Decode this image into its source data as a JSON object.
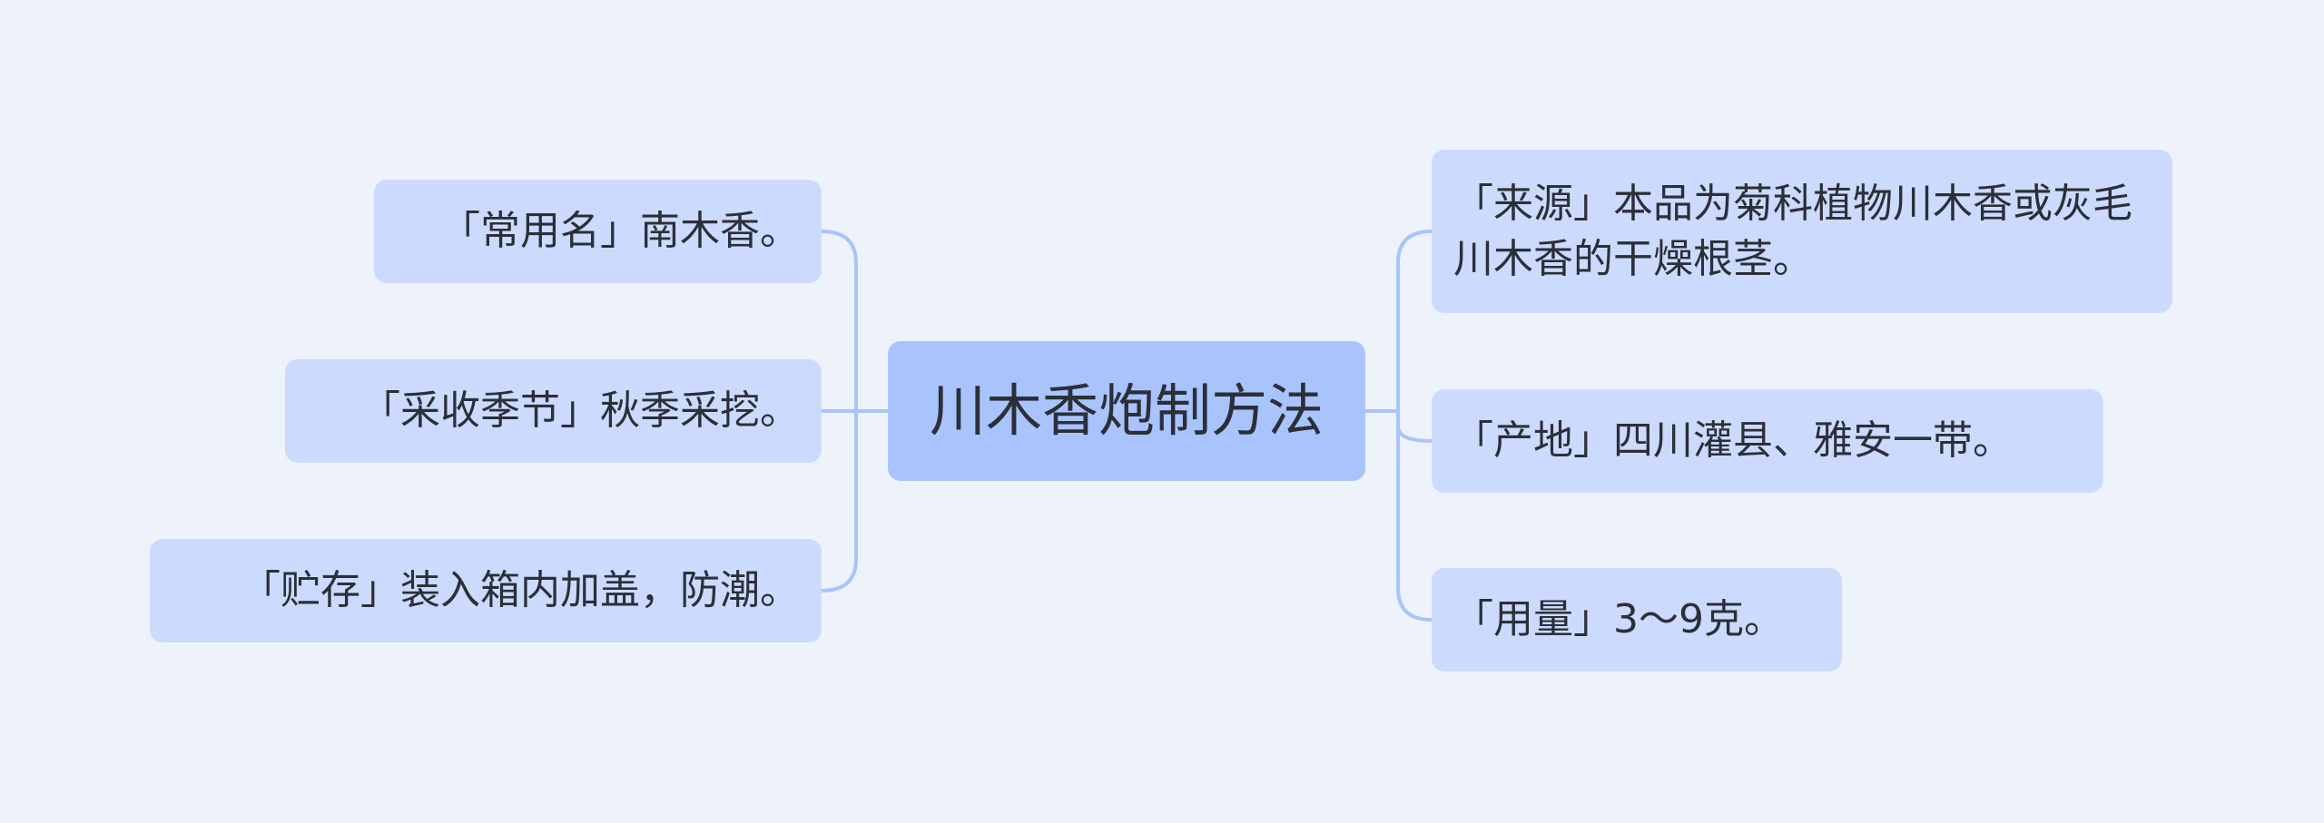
{
  "mindmap": {
    "root": "川木香炮制方法",
    "left": [
      "「常用名」南木香。",
      "「采收季节」秋季采挖。",
      "「贮存」装入箱内加盖，防潮。"
    ],
    "right": [
      "「来源」本品为菊科植物川木香或灰毛川木香的干燥根茎。",
      "「产地」四川灌县、雅安一带。",
      "「用量」3～9克。"
    ]
  },
  "colors": {
    "background": "#eef3fb",
    "root_fill": "#a9c3fc",
    "node_fill": "#ccdbfd",
    "connector": "#a9c3fc",
    "text": "#2b2f38"
  }
}
